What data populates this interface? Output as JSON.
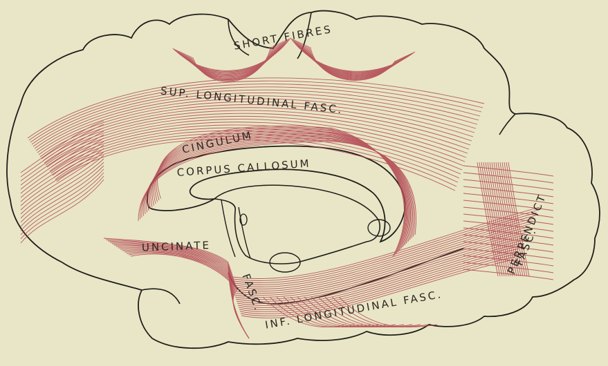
{
  "labels": {
    "short_fibres": "SHORT FIBRES",
    "sup_longitudinal": "SUP. LONGITUDINAL FASC.",
    "cingulum": "CINGULUM",
    "corpus_callosum": "CORPUS CALLOSUM",
    "perpendicular_1": "PERPENDICT",
    "perpendicular_2": "FASC.",
    "uncinate": "UNCINATE",
    "uncinate_fasc": "FASC.",
    "inf_longitudinal": "INF. LONGITUDINAL FASC."
  },
  "colors": {
    "background": "#e8e6c6",
    "outline": "#1f1d1a",
    "fibre": "#b34a55",
    "text": "#2a2622"
  }
}
